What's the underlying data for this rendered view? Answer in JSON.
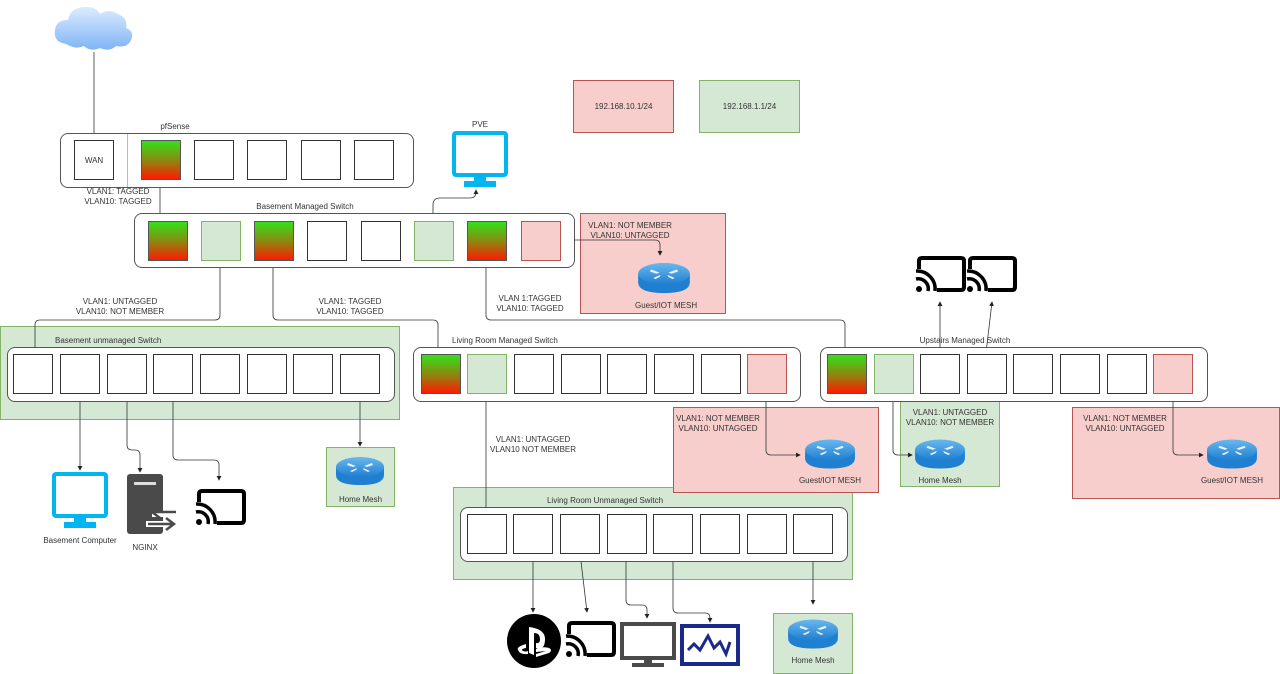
{
  "internet": {
    "icon": "cloud-icon"
  },
  "subnets": [
    {
      "label": "192.168.10.1/24",
      "color": "#f8cecc",
      "border": "#b85450"
    },
    {
      "label": "192.168.1.1/24",
      "color": "#d5e8d4",
      "border": "#82b366"
    }
  ],
  "pfsense": {
    "title": "pfSense",
    "wan_label": "WAN",
    "trunk_label": "VLAN1: TAGGED\nVLAN10: TAGGED"
  },
  "pve": {
    "label": "PVE",
    "icon": "monitor-icon"
  },
  "basement_managed": {
    "title": "Basement Managed Switch",
    "ports": [
      "trunk",
      "vlan1",
      "trunk",
      "empty",
      "empty",
      "vlan1",
      "trunk",
      "vlan10"
    ],
    "link_unmanaged_label": "VLAN1: UNTAGGED\nVLAN10: NOT MEMBER",
    "link_living_label": "VLAN1: TAGGED\nVLAN10: TAGGED",
    "link_upstairs_label": "VLAN 1:TAGGED\nVLAN10: TAGGED",
    "guest_zone": {
      "label": "VLAN1: NOT MEMBER\nVLAN10: UNTAGGED",
      "device_label": "Guest/IOT MESH"
    }
  },
  "basement_unmanaged": {
    "title": "Basement unmanaged Switch",
    "devices": [
      {
        "label": "Basement Computer",
        "icon": "monitor-icon"
      },
      {
        "label": "NGINX",
        "icon": "server-icon"
      },
      {
        "label": "",
        "icon": "cast-icon"
      }
    ],
    "mesh_label": "Home Mesh"
  },
  "living_managed": {
    "title": "Living Room Managed Switch",
    "ports": [
      "trunk",
      "vlan1",
      "empty",
      "empty",
      "empty",
      "empty",
      "empty",
      "vlan10"
    ],
    "link_unmanaged_label": "VLAN1: UNTAGGED\nVLAN10 NOT MEMBER",
    "guest_zone": {
      "label": "VLAN1: NOT MEMBER\nVLAN10: UNTAGGED",
      "device_label": "Guest/IOT MESH"
    }
  },
  "living_unmanaged": {
    "title": "Living Room Unmanaged Switch",
    "devices": [
      {
        "label": "",
        "icon": "playstation-icon"
      },
      {
        "label": "",
        "icon": "cast-icon"
      },
      {
        "label": "",
        "icon": "tv-icon"
      },
      {
        "label": "",
        "icon": "monitoring-icon"
      }
    ],
    "mesh_label": "Home Mesh"
  },
  "upstairs_managed": {
    "title": "Upstairs Managed Switch",
    "ports": [
      "trunk",
      "vlan1",
      "empty",
      "empty",
      "empty",
      "empty",
      "empty",
      "vlan10"
    ],
    "home_zone": {
      "label": "VLAN1: UNTAGGED\nVLAN10: NOT MEMBER",
      "device_label": "Home Mesh"
    },
    "guest_zone": {
      "label": "VLAN1: NOT MEMBER\nVLAN10: UNTAGGED",
      "device_label": "Guest/IOT MESH"
    },
    "devices": [
      {
        "label": "",
        "icon": "cast-icon"
      },
      {
        "label": "",
        "icon": "cast-icon"
      }
    ]
  },
  "colors": {
    "vlan1": "#d5e8d4",
    "vlan10": "#f8cecc",
    "trunk_top": "#33e01a",
    "trunk_bottom": "#ff1a00"
  }
}
